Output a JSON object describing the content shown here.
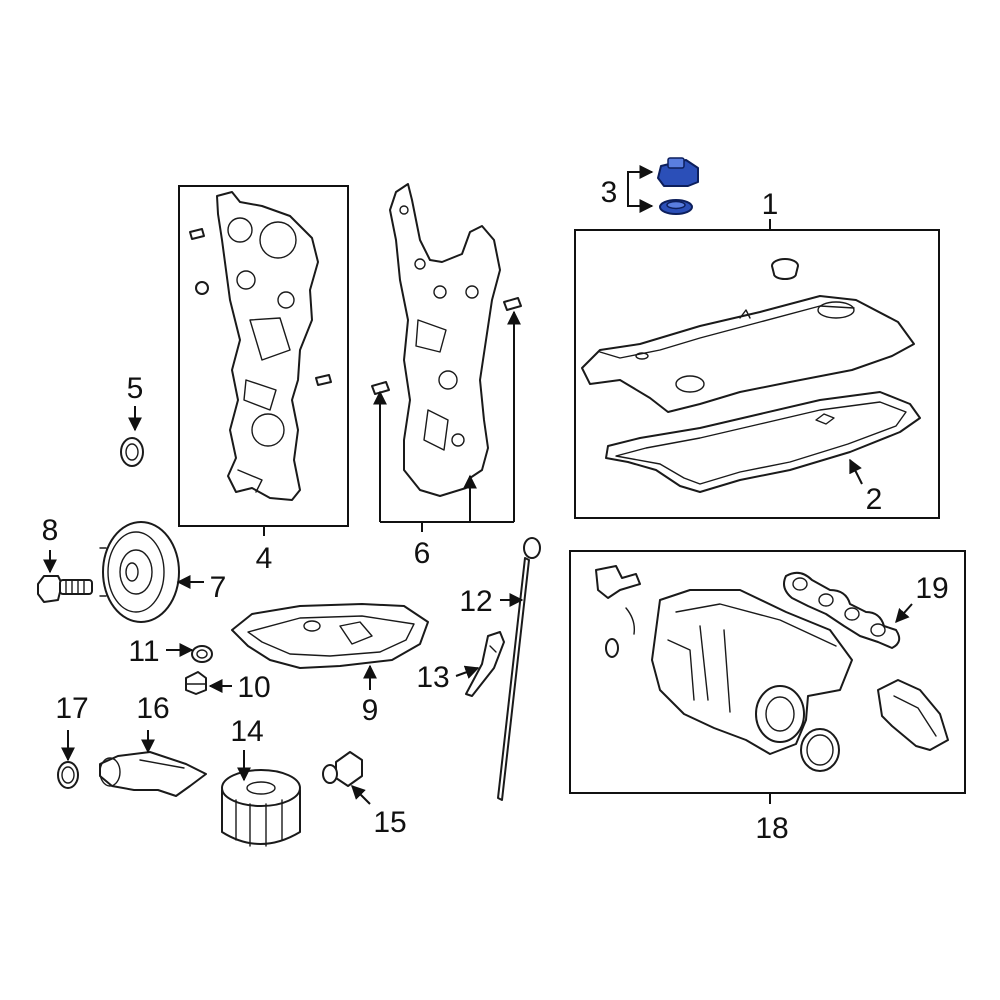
{
  "diagram": {
    "highlight_color": "#2b4fb8",
    "callouts": {
      "c1": "1",
      "c2": "2",
      "c3": "3",
      "c4": "4",
      "c5": "5",
      "c6": "6",
      "c7": "7",
      "c8": "8",
      "c9": "9",
      "c10": "10",
      "c11": "11",
      "c12": "12",
      "c13": "13",
      "c14": "14",
      "c15": "15",
      "c16": "16",
      "c17": "17",
      "c18": "18",
      "c19": "19"
    }
  }
}
